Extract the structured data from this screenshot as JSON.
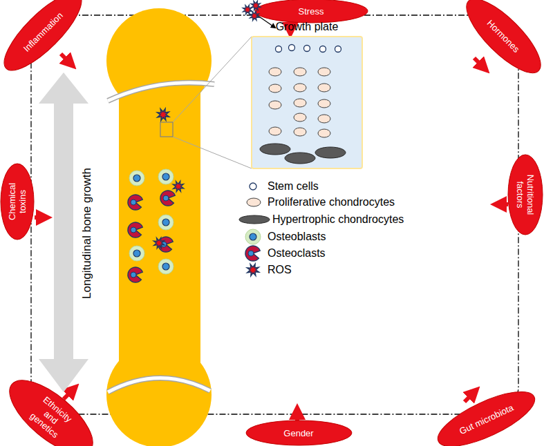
{
  "diagram": {
    "nodes": [
      {
        "text": [
          "Stress"
        ]
      },
      {
        "text": [
          "Inflammation"
        ]
      },
      {
        "text": [
          "Hormones"
        ]
      },
      {
        "text": [
          "Growth plate"
        ]
      },
      {
        "text": [
          "Chemical toxins"
        ]
      },
      {
        "text": [
          "Nutritional factors"
        ]
      },
      {
        "text": [
          "Ethnicity and genetics"
        ]
      },
      {
        "text": [
          "Gender"
        ]
      },
      {
        "text": [
          "Gut microbiota"
        ]
      }
    ],
    "labels": [
      "Longitudinal bone growth"
    ],
    "legend": [
      {
        "text": "Stem cells"
      },
      {
        "text": "Proliferative chondrocytes"
      },
      {
        "text": "Hypertrophic chondrocytes"
      },
      {
        "text": "Osteoblasts"
      },
      {
        "text": "Osteoclasts"
      },
      {
        "text": "ROS"
      }
    ]
  }
}
